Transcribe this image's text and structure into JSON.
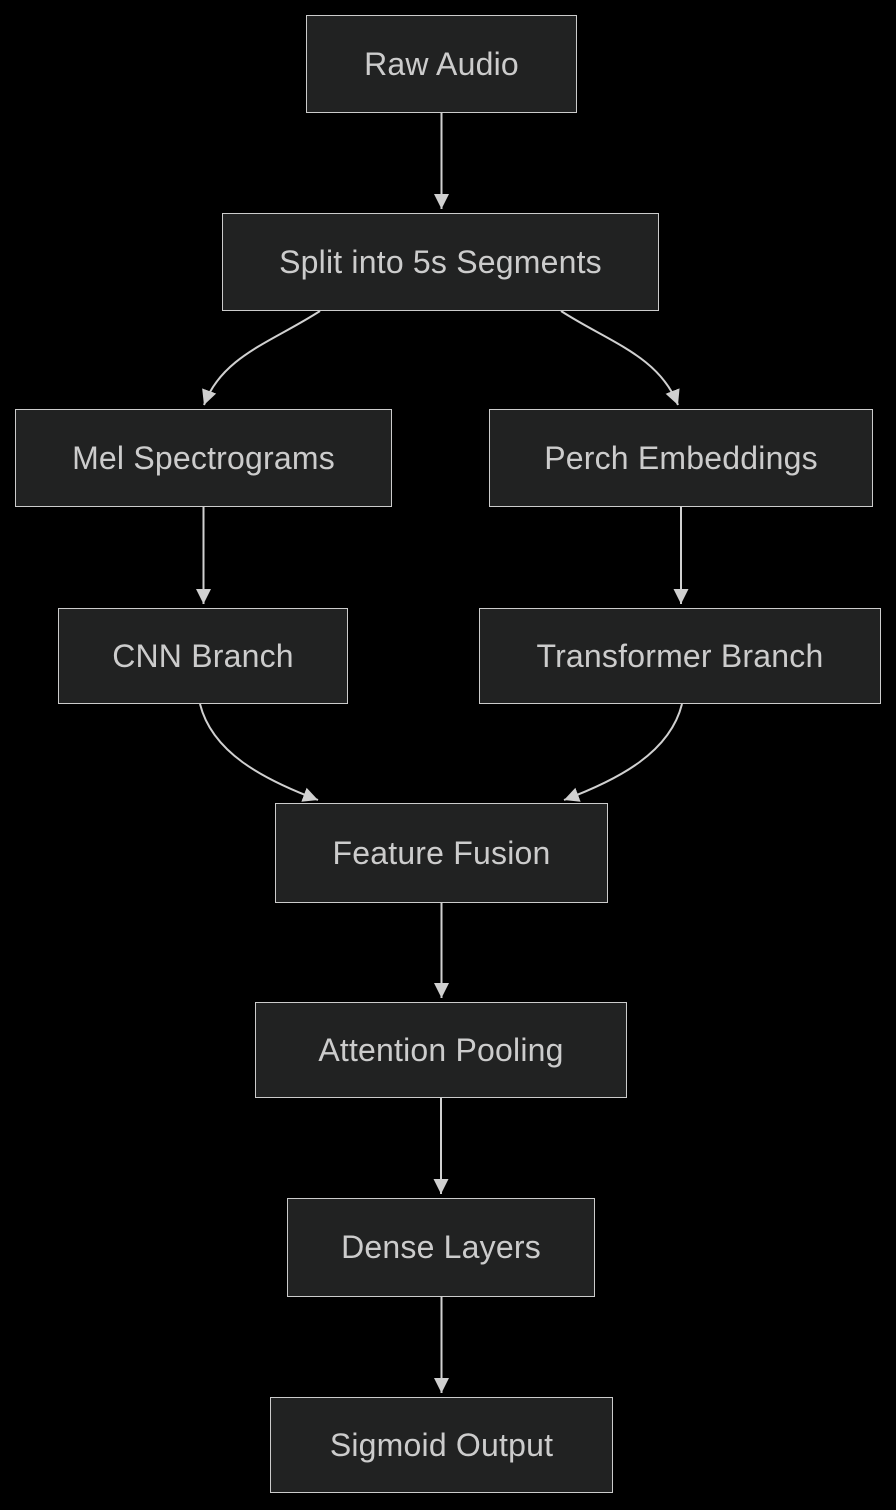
{
  "diagram": {
    "type": "flowchart",
    "direction": "top-down",
    "colors": {
      "background": "#000000",
      "node_fill": "#212222",
      "node_border": "#cccccc",
      "node_text": "#cccccc",
      "edge": "#d0d0d0"
    },
    "nodes": [
      {
        "id": "raw-audio",
        "label": "Raw Audio"
      },
      {
        "id": "split-segments",
        "label": "Split into 5s Segments"
      },
      {
        "id": "mel-spectrograms",
        "label": "Mel Spectrograms"
      },
      {
        "id": "perch-embeddings",
        "label": "Perch Embeddings"
      },
      {
        "id": "cnn-branch",
        "label": "CNN Branch"
      },
      {
        "id": "transformer-branch",
        "label": "Transformer Branch"
      },
      {
        "id": "feature-fusion",
        "label": "Feature Fusion"
      },
      {
        "id": "attention-pooling",
        "label": "Attention Pooling"
      },
      {
        "id": "dense-layers",
        "label": "Dense Layers"
      },
      {
        "id": "sigmoid-output",
        "label": "Sigmoid Output"
      }
    ],
    "edges": [
      {
        "from": "raw-audio",
        "to": "split-segments"
      },
      {
        "from": "split-segments",
        "to": "mel-spectrograms"
      },
      {
        "from": "split-segments",
        "to": "perch-embeddings"
      },
      {
        "from": "mel-spectrograms",
        "to": "cnn-branch"
      },
      {
        "from": "perch-embeddings",
        "to": "transformer-branch"
      },
      {
        "from": "cnn-branch",
        "to": "feature-fusion"
      },
      {
        "from": "transformer-branch",
        "to": "feature-fusion"
      },
      {
        "from": "feature-fusion",
        "to": "attention-pooling"
      },
      {
        "from": "attention-pooling",
        "to": "dense-layers"
      },
      {
        "from": "dense-layers",
        "to": "sigmoid-output"
      }
    ]
  }
}
